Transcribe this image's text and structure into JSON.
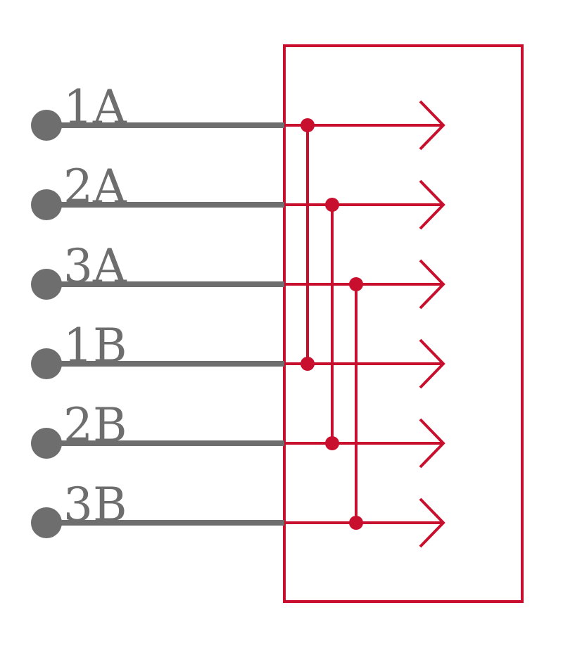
{
  "colors": {
    "pin": "#6e6e6e",
    "net": "#c8102e"
  },
  "pins": [
    {
      "label": "1A",
      "net": 0
    },
    {
      "label": "2A",
      "net": 1
    },
    {
      "label": "3A",
      "net": 2
    },
    {
      "label": "1B",
      "net": 0
    },
    {
      "label": "2B",
      "net": 1
    },
    {
      "label": "3B",
      "net": 2
    }
  ],
  "arrow_icon": "chevron-right-arrow"
}
